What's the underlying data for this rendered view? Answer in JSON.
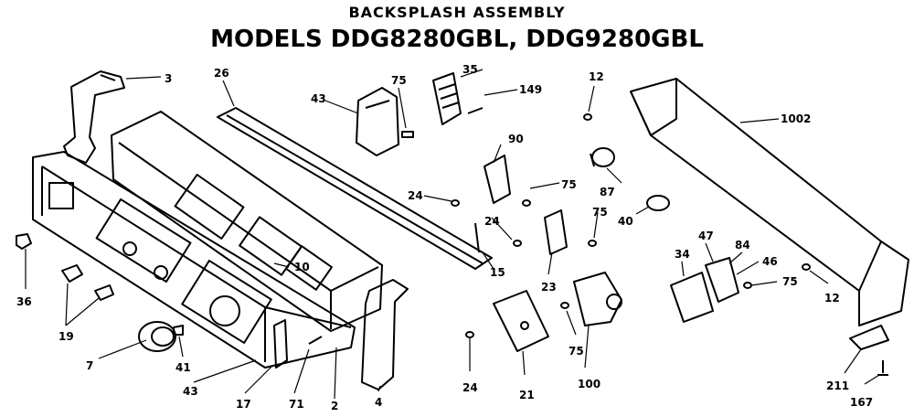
{
  "header": {
    "subtitle": "BACKSPLASH ASSEMBLY",
    "title": "MODELS DDG8280GBL, DDG9280GBL"
  },
  "labels": {
    "3": "3",
    "26": "26",
    "43a": "43",
    "75a": "75",
    "35": "35",
    "149": "149",
    "12a": "12",
    "1002": "1002",
    "90": "90",
    "24a": "24",
    "75b": "75",
    "87": "87",
    "24b": "24",
    "75c": "75",
    "40": "40",
    "36": "36",
    "15": "15",
    "10": "10",
    "23": "23",
    "34": "34",
    "47": "47",
    "84": "84",
    "46": "46",
    "75d": "75",
    "12b": "12",
    "19": "19",
    "7": "7",
    "41": "41",
    "43b": "43",
    "17": "17",
    "71": "71",
    "2": "2",
    "4": "4",
    "24c": "24",
    "21": "21",
    "75e": "75",
    "100": "100",
    "211": "211",
    "167": "167"
  }
}
